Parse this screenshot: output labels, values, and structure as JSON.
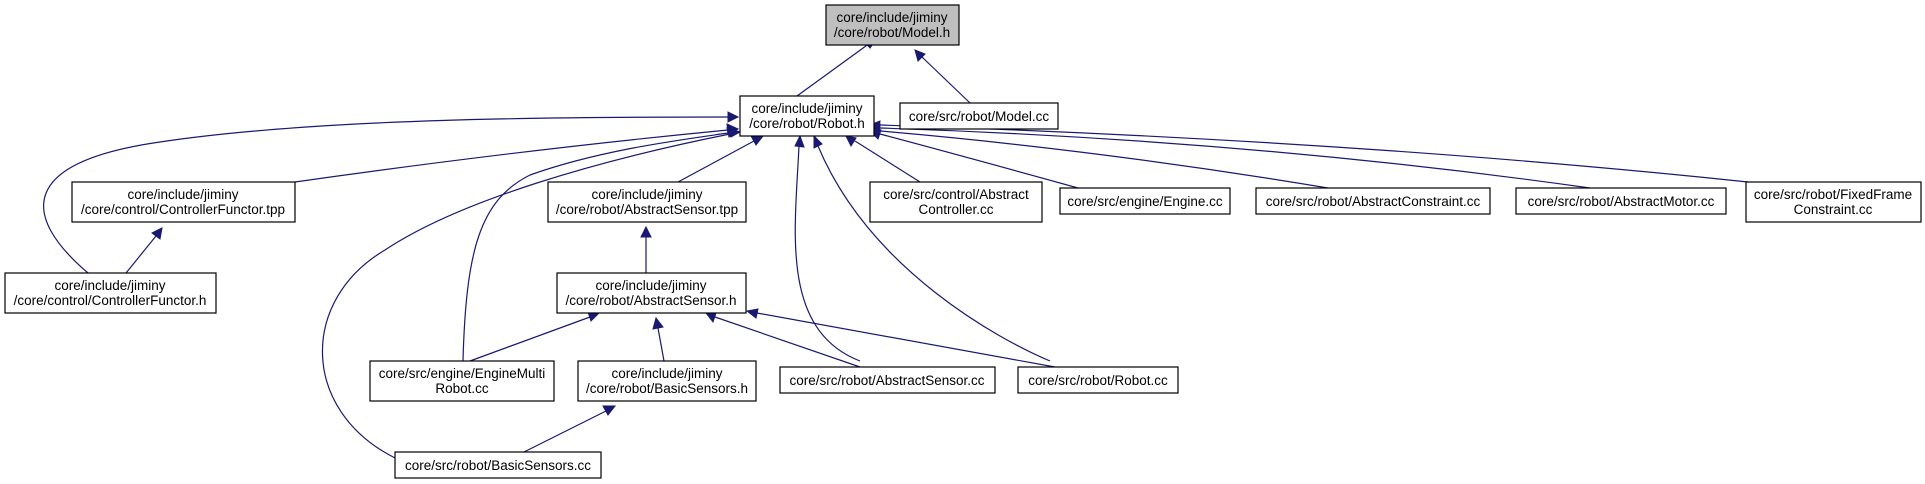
{
  "colors": {
    "edge": "#191970",
    "node_border": "#000000",
    "node_fill": "#ffffff",
    "root_fill": "#bfbfbf"
  },
  "nodes": {
    "model_h": [
      "core/include/jiminy",
      "/core/robot/Model.h"
    ],
    "robot_h": [
      "core/include/jiminy",
      "/core/robot/Robot.h"
    ],
    "model_cc": [
      "core/src/robot/Model.cc"
    ],
    "controller_functor_tpp": [
      "core/include/jiminy",
      "/core/control/ControllerFunctor.tpp"
    ],
    "controller_functor_h": [
      "core/include/jiminy",
      "/core/control/ControllerFunctor.h"
    ],
    "abstract_sensor_tpp": [
      "core/include/jiminy",
      "/core/robot/AbstractSensor.tpp"
    ],
    "abstract_controller_cc": [
      "core/src/control/Abstract",
      "Controller.cc"
    ],
    "engine_cc": [
      "core/src/engine/Engine.cc"
    ],
    "abstract_constraint_cc": [
      "core/src/robot/AbstractConstraint.cc"
    ],
    "abstract_motor_cc": [
      "core/src/robot/AbstractMotor.cc"
    ],
    "fixed_frame_constraint_cc": [
      "core/src/robot/FixedFrame",
      "Constraint.cc"
    ],
    "abstract_sensor_h": [
      "core/include/jiminy",
      "/core/robot/AbstractSensor.h"
    ],
    "engine_multi_robot_cc": [
      "core/src/engine/EngineMulti",
      "Robot.cc"
    ],
    "basic_sensors_h": [
      "core/include/jiminy",
      "/core/robot/BasicSensors.h"
    ],
    "abstract_sensor_cc": [
      "core/src/robot/AbstractSensor.cc"
    ],
    "robot_cc": [
      "core/src/robot/Robot.cc"
    ],
    "basic_sensors_cc": [
      "core/src/robot/BasicSensors.cc"
    ]
  },
  "edges": [
    [
      "robot_h",
      "model_h"
    ],
    [
      "model_cc",
      "model_h"
    ],
    [
      "controller_functor_tpp",
      "robot_h"
    ],
    [
      "controller_functor_h",
      "robot_h"
    ],
    [
      "abstract_sensor_tpp",
      "robot_h"
    ],
    [
      "abstract_controller_cc",
      "robot_h"
    ],
    [
      "engine_cc",
      "robot_h"
    ],
    [
      "abstract_constraint_cc",
      "robot_h"
    ],
    [
      "abstract_motor_cc",
      "robot_h"
    ],
    [
      "fixed_frame_constraint_cc",
      "robot_h"
    ],
    [
      "engine_multi_robot_cc",
      "robot_h"
    ],
    [
      "basic_sensors_cc",
      "robot_h"
    ],
    [
      "abstract_sensor_cc",
      "robot_h"
    ],
    [
      "robot_cc",
      "robot_h"
    ],
    [
      "controller_functor_h",
      "controller_functor_tpp"
    ],
    [
      "abstract_sensor_h",
      "abstract_sensor_tpp"
    ],
    [
      "engine_multi_robot_cc",
      "abstract_sensor_h"
    ],
    [
      "basic_sensors_h",
      "abstract_sensor_h"
    ],
    [
      "abstract_sensor_cc",
      "abstract_sensor_h"
    ],
    [
      "robot_cc",
      "abstract_sensor_h"
    ],
    [
      "basic_sensors_cc",
      "basic_sensors_h"
    ]
  ]
}
